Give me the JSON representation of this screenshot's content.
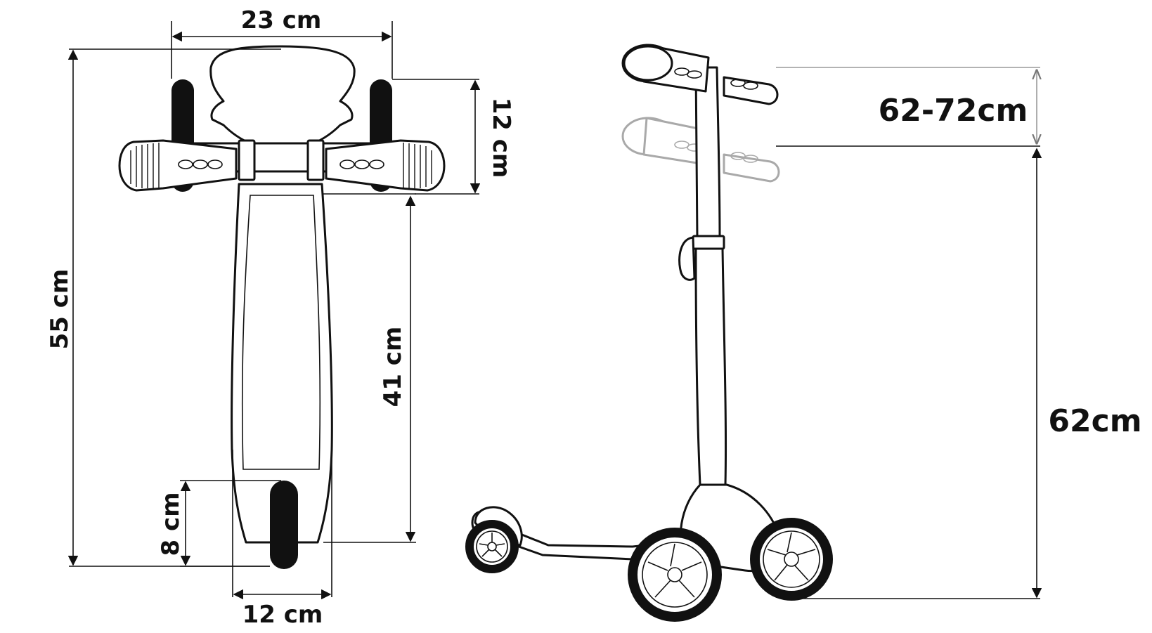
{
  "labels": {
    "handlebar_width": "23 cm",
    "handlebar_depth": "12 cm",
    "total_length": "55 cm",
    "deck_length": "41 cm",
    "rear_wheel": "8 cm",
    "deck_width": "12 cm",
    "height_adjust": "62-72cm",
    "min_height": "62cm"
  }
}
